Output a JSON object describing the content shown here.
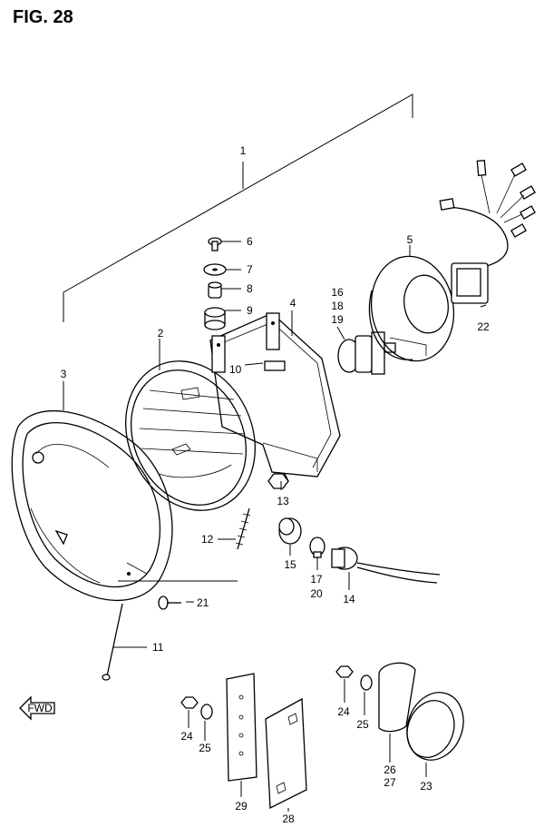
{
  "figure": {
    "title": "FIG. 28",
    "arrow_label": "FWD"
  },
  "callouts": {
    "c1": "1",
    "c2": "2",
    "c3": "3",
    "c4": "4",
    "c5": "5",
    "c6": "6",
    "c7": "7",
    "c8": "8",
    "c9": "9",
    "c10": "10",
    "c11": "11",
    "c12": "12",
    "c13": "13",
    "c14": "14",
    "c15": "15",
    "c16": "16",
    "c17": "17",
    "c18": "18",
    "c19": "19",
    "c20": "20",
    "c21": "21",
    "c22": "22",
    "c23": "23",
    "c24a": "24",
    "c24b": "24",
    "c25a": "25",
    "c25b": "25",
    "c26": "26",
    "c27": "27",
    "c28": "28",
    "c29": "29"
  }
}
